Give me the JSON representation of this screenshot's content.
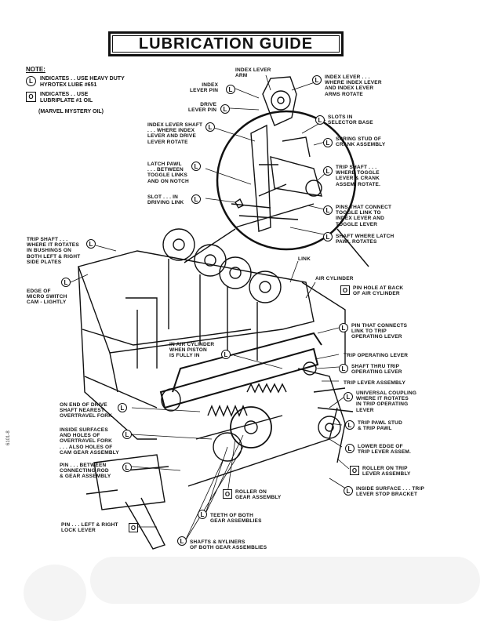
{
  "title": "LUBRICATION GUIDE",
  "note": {
    "heading": "NOTE:",
    "legend": [
      {
        "symbol": "L",
        "shape": "circle",
        "text": "INDICATES . . USE HEAVY DUTY\nHYROTEX LUBE #651"
      },
      {
        "symbol": "O",
        "shape": "square",
        "text": "INDICATES . . USE\nLUBRIPLATE #1 OIL"
      }
    ],
    "extra": "(MARVEL MYSTERY OIL)"
  },
  "labels": {
    "index_lever_arm": "INDEX LEVER\nARM",
    "index_lever_pin": "INDEX\nLEVER PIN",
    "drive_lever_pin": "DRIVE\nLEVER PIN",
    "index_lever": "INDEX LEVER . . .\nWHERE INDEX LEVER\nAND INDEX LEVER\nARMS ROTATE",
    "slots": "SLOTS IN\nSELECTOR BASE",
    "index_lever_shaft": "INDEX LEVER SHAFT\n. . . WHERE INDEX\nLEVER AND DRIVE\nLEVER ROTATE",
    "spring_stud": "SPRING STUD OF\nCRANK ASSEMBLY",
    "latch_pawl": "LATCH PAWL\n. . . BETWEEN\nTOGGLE LINKS\nAND ON NOTCH",
    "trip_shaft_top": "TRIP SHAFT . . .\nWHERE TOGGLE\nLEVER & CRANK\nASSEM. ROTATE.",
    "slot_driving": "SLOT . . . IN\nDRIVING LINK",
    "pins_connect": "PINS THAT CONNECT\nTOGGLE LINK TO\nINDEX LEVER AND\nTOGGLE LEVER",
    "shaft_latch": "SHAFT WHERE LATCH\nPAWL ROTATES",
    "trip_shaft_left": "TRIP SHAFT . . .\nWHERE IT ROTATES\nIN BUSHINGS ON\nBOTH LEFT & RIGHT\nSIDE PLATES",
    "link": "LINK",
    "air_cylinder": "AIR CYLINDER",
    "edge_micro": "EDGE OF\nMICRO SWITCH\nCAM - LIGHTLY",
    "pin_hole": "PIN HOLE AT BACK\nOF AIR CYLINDER",
    "pin_connects": "PIN THAT CONNECTS\nLINK TO TRIP\nOPERATING LEVER",
    "in_air_cylinder": "IN AIR CYLINDER\nWHEN PISTON\nIS FULLY IN",
    "trip_operating_lever": "TRIP OPERATING LEVER",
    "shaft_thru": "SHAFT THRU TRIP\nOPERATING LEVER",
    "trip_lever_assembly": "TRIP LEVER ASSEMBLY",
    "universal_coupling": "UNIVERSAL COUPLING\nWHERE IT ROTATES\nIN TRIP OPERATING\nLEVER",
    "end_drive_shaft": "ON END OF DRIVE\nSHAFT NEAREST\nOVERTRAVEL FORK",
    "trip_pawl_stud": "TRIP PAWL STUD\n& TRIP PAWL",
    "inside_surfaces": "INSIDE SURFACES\nAND HOLES OF\nOVERTRAVEL FORK\n. . . ALSO HOLES OF\nCAM GEAR ASSEMBLY",
    "lower_edge": "LOWER EDGE OF\nTRIP LEVER ASSEM.",
    "roller_trip": "ROLLER ON TRIP\nLEVER ASSEMBLY",
    "pin_connecting_rod": "PIN . . . BETWEEN\nCONNECTING ROD\n& GEAR ASSEMBLY",
    "roller_gear": "ROLLER ON\nGEAR ASSEMBLY",
    "inside_surface_trip": "INSIDE SURFACE . . . TRIP\nLEVER STOP BRACKET",
    "teeth": "TEETH OF BOTH\nGEAR ASSEMBLIES",
    "pin_lock": "PIN . . . LEFT & RIGHT\nLOCK LEVER",
    "shafts_nyliners": "SHAFTS & NYLINERS\nOF BOTH GEAR ASSEMBLIES"
  },
  "markers": {
    "circle": "L",
    "square": "O"
  },
  "figure_number": "6101-8"
}
